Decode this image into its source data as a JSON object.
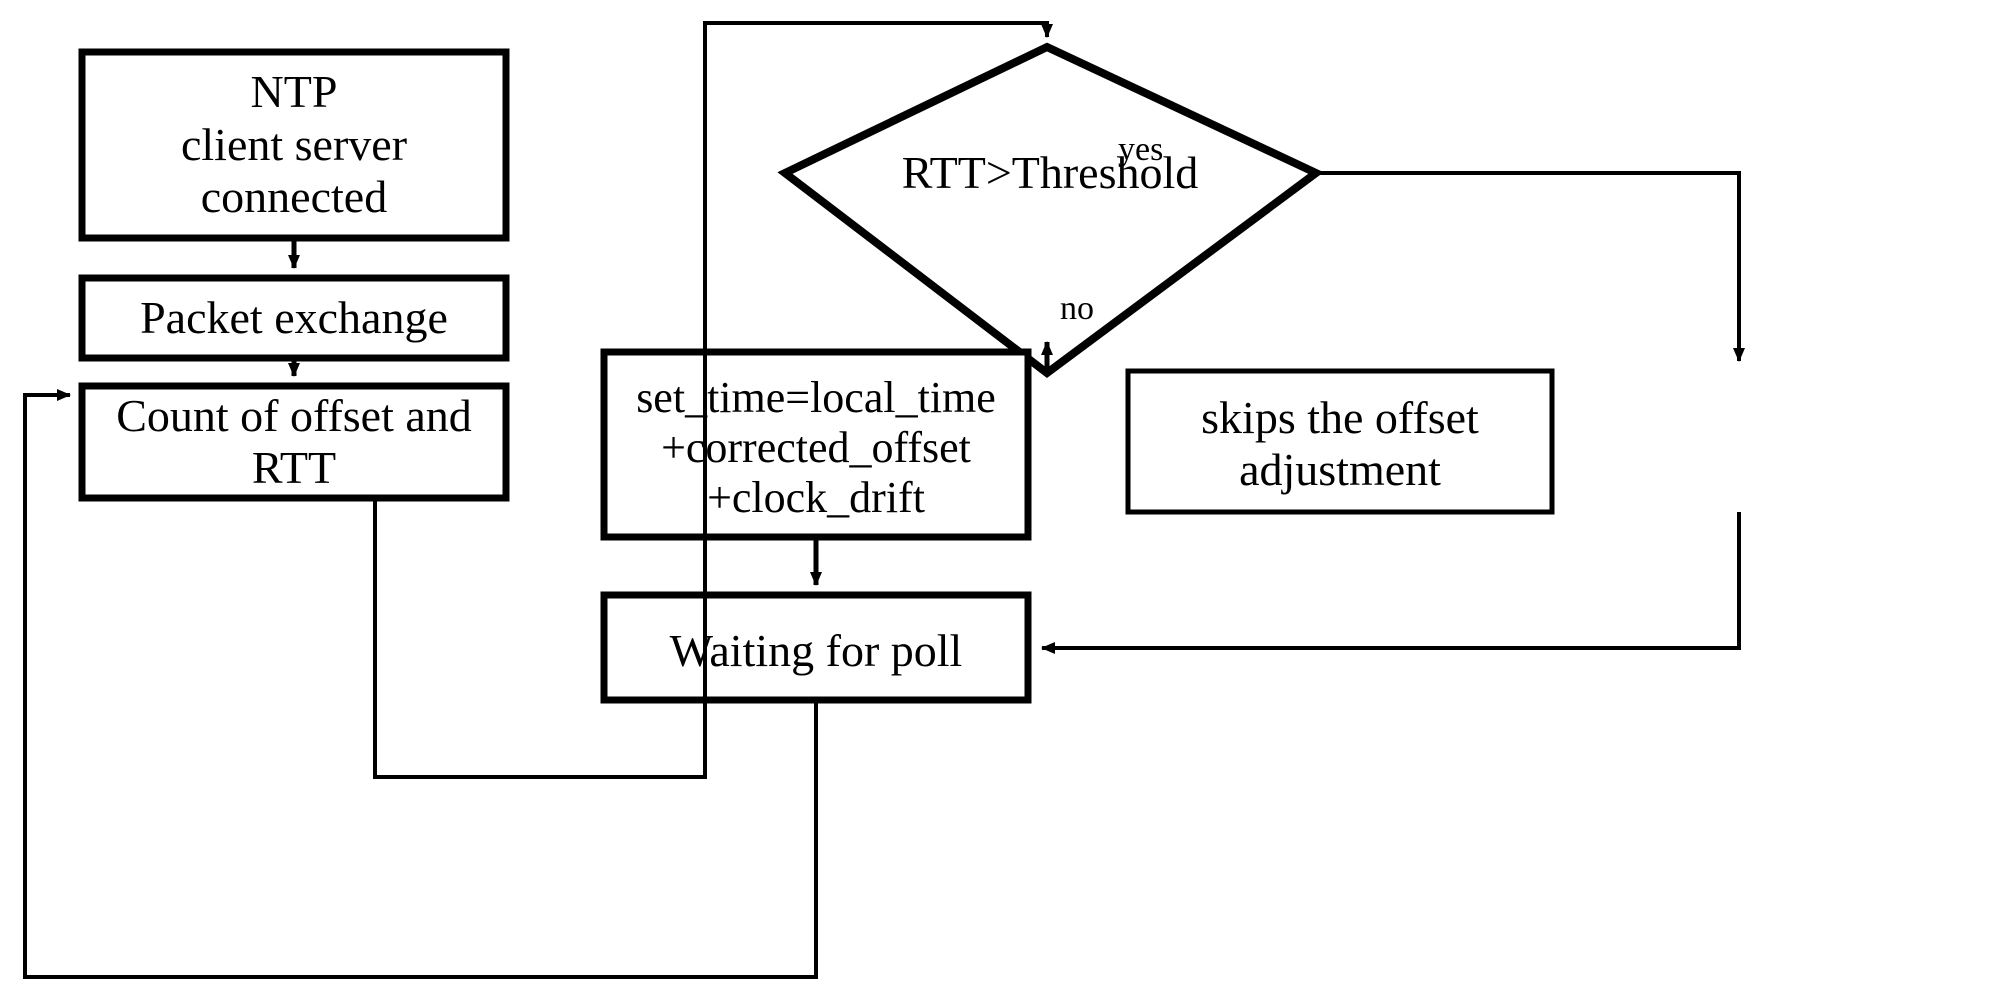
{
  "diagram": {
    "title": "NTP clock synchronization flowchart",
    "stroke_color": "#000000",
    "background_color": "#ffffff",
    "nodes": [
      {
        "id": "ntp-client-server-connected",
        "shape": "process",
        "label": "NTP\nclient server\nconnected"
      },
      {
        "id": "packet-exchange",
        "shape": "process",
        "label": "Packet exchange"
      },
      {
        "id": "count-of-offset-and-rtt",
        "shape": "process",
        "label": "Count of offset and\nRTT"
      },
      {
        "id": "rtt-threshold-decision",
        "shape": "decision",
        "label": "RTT>Threshold"
      },
      {
        "id": "set-time",
        "shape": "process",
        "label": "set_time=local_time\n+corrected_offset\n+clock_drift"
      },
      {
        "id": "skips-the-offset-adjustment",
        "shape": "process",
        "label": "skips the offset\nadjustment"
      },
      {
        "id": "waiting-for-poll",
        "shape": "process",
        "label": "Waiting for poll"
      }
    ],
    "edge_labels": {
      "yes": "yes",
      "no": "no"
    },
    "edges": [
      {
        "from": "ntp-client-server-connected",
        "to": "packet-exchange",
        "label": ""
      },
      {
        "from": "packet-exchange",
        "to": "count-of-offset-and-rtt",
        "label": ""
      },
      {
        "from": "count-of-offset-and-rtt",
        "to": "rtt-threshold-decision",
        "label": ""
      },
      {
        "from": "rtt-threshold-decision",
        "to": "skips-the-offset-adjustment",
        "label": "yes"
      },
      {
        "from": "rtt-threshold-decision",
        "to": "set-time",
        "label": "no"
      },
      {
        "from": "set-time",
        "to": "waiting-for-poll",
        "label": ""
      },
      {
        "from": "skips-the-offset-adjustment",
        "to": "waiting-for-poll",
        "label": ""
      },
      {
        "from": "waiting-for-poll",
        "to": "packet-exchange",
        "label": ""
      }
    ]
  }
}
